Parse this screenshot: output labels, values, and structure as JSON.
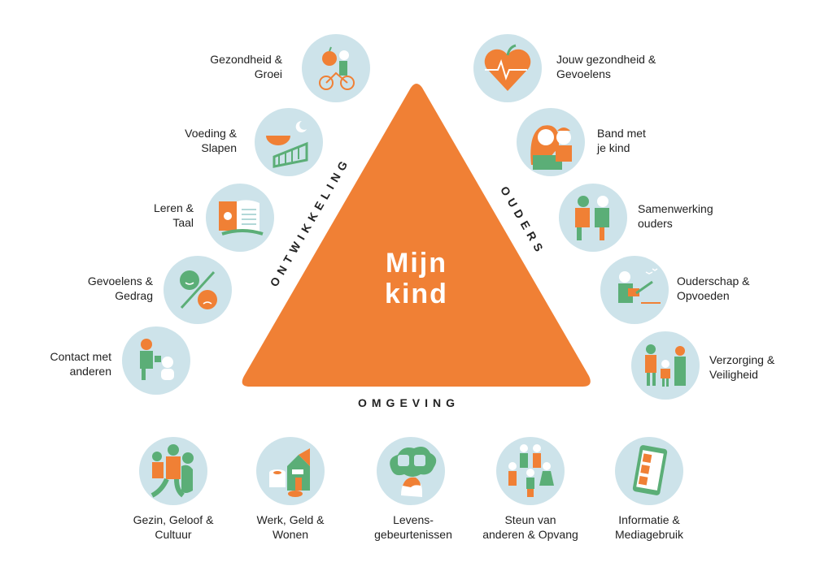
{
  "colors": {
    "orange": "#f08035",
    "green": "#5bae77",
    "circle": "#cde3ea"
  },
  "center": {
    "line1": "Mijn",
    "line2": "kind"
  },
  "sides": {
    "left": "ONTWIKKELING",
    "right": "OUDERS",
    "bottom": "OMGEVING"
  },
  "left_items": [
    {
      "lines": [
        "Gezondheid &",
        "Groei"
      ],
      "icon": "child-bike-apple-icon"
    },
    {
      "lines": [
        "Voeding &",
        "Slapen"
      ],
      "icon": "bowl-crib-moon-icon"
    },
    {
      "lines": [
        "Leren &",
        "Taal"
      ],
      "icon": "book-icon"
    },
    {
      "lines": [
        "Gevoelens &",
        "Gedrag"
      ],
      "icon": "smiley-faces-icon"
    },
    {
      "lines": [
        "Contact met",
        "anderen"
      ],
      "icon": "children-playing-icon"
    }
  ],
  "right_items": [
    {
      "lines": [
        "Jouw gezondheid &",
        "Gevoelens"
      ],
      "icon": "heart-pulse-icon"
    },
    {
      "lines": [
        "Band met",
        "je kind"
      ],
      "icon": "parent-child-bond-icon"
    },
    {
      "lines": [
        "Samenwerking",
        "ouders"
      ],
      "icon": "parents-together-icon"
    },
    {
      "lines": [
        "Ouderschap &",
        "Opvoeden"
      ],
      "icon": "parenting-icon"
    },
    {
      "lines": [
        "Verzorging &",
        "Veiligheid"
      ],
      "icon": "family-safety-icon"
    }
  ],
  "bottom_items": [
    {
      "lines": [
        "Gezin, Geloof &",
        "Cultuur"
      ],
      "icon": "family-icon"
    },
    {
      "lines": [
        "Werk, Geld &",
        "Wonen"
      ],
      "icon": "house-coins-icon"
    },
    {
      "lines": [
        "Levens-",
        "gebeurtenissen"
      ],
      "icon": "thought-cloud-icon"
    },
    {
      "lines": [
        "Steun van",
        "anderen & Opvang"
      ],
      "icon": "support-group-icon"
    },
    {
      "lines": [
        "Informatie &",
        "Mediagebruik"
      ],
      "icon": "tablet-icon"
    }
  ]
}
